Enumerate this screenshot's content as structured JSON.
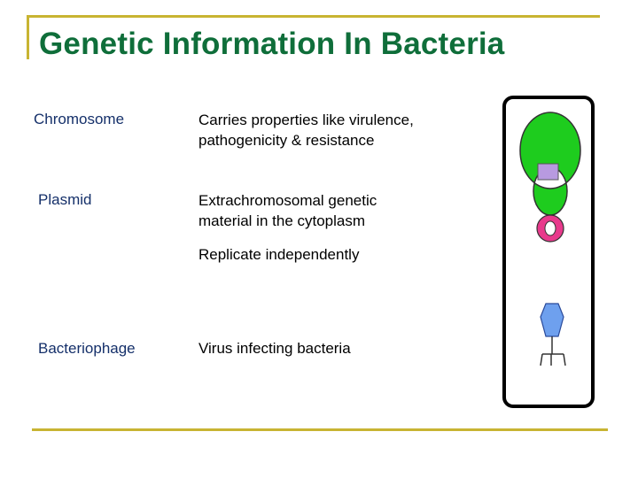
{
  "slide": {
    "title": "Genetic Information In Bacteria"
  },
  "rows": [
    {
      "term": "Chromosome",
      "desc_lines": [
        "Carries properties like virulence,",
        "pathogenicity & resistance"
      ]
    },
    {
      "term": "Plasmid",
      "desc_lines": [
        "Extrachromosomal genetic",
        "material in the cytoplasm"
      ],
      "note": "Replicate independently"
    },
    {
      "term": "Bacteriophage",
      "desc_lines": [
        "Virus infecting bacteria"
      ]
    }
  ],
  "colors": {
    "accent_rule": "#c8b432",
    "title": "#0f6e3a",
    "term": "#15306a",
    "chromosome": "#1ecc1e",
    "chromosome_box": "#b89ae0",
    "plasmid": "#e83a8c",
    "phage_head": "#6ea0ee"
  },
  "diagram": {
    "icons": [
      "chromosome-icon",
      "plasmid-icon",
      "bacteriophage-icon"
    ]
  }
}
